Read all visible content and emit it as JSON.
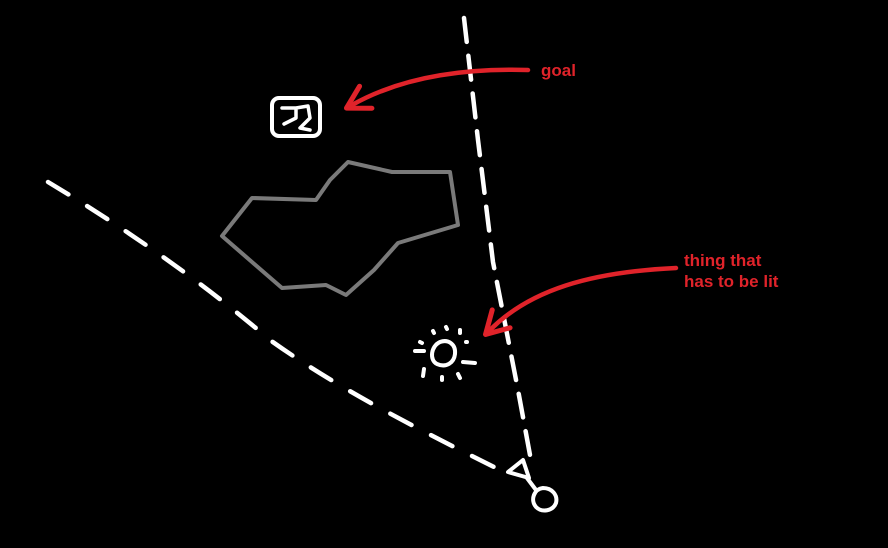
{
  "colors": {
    "background": "#000000",
    "vision_line": "#ffffff",
    "obstacle": "#7a7a7a",
    "annotation": "#e0232a"
  },
  "labels": {
    "goal": "goal",
    "lit_line1": "thing that",
    "lit_line2": "has to be lit"
  },
  "icons": {
    "goal": "goal-icon",
    "lit_object": "sun-icon",
    "player": "player-icon",
    "obstacle": "rock-outline"
  }
}
